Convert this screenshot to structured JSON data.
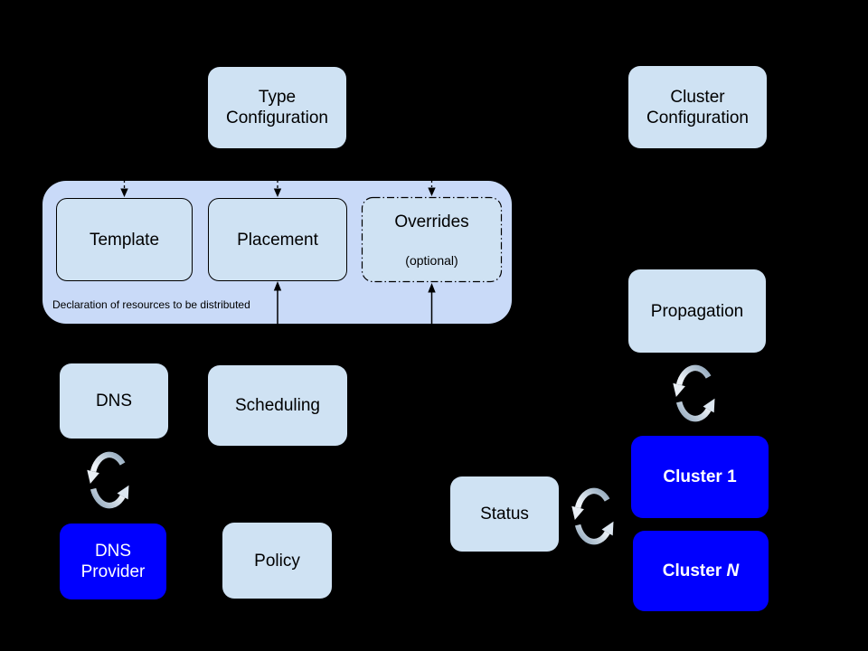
{
  "diagram": {
    "title_hint": "federation architecture diagram",
    "colors": {
      "background": "#000000",
      "container_fill": "#c9daf8",
      "light_box_fill": "#cfe2f3",
      "blue_box_fill": "#0000ff",
      "dark_text": "#000000",
      "light_text": "#ffffff",
      "sync_icon_gray": "#8fa6bb",
      "sync_icon_light": "#eef3f8"
    },
    "nodes": {
      "type_config": {
        "label": "Type\nConfiguration"
      },
      "cluster_config": {
        "label": "Cluster\nConfiguration"
      },
      "template": {
        "label": "Template"
      },
      "placement": {
        "label": "Placement"
      },
      "overrides": {
        "label": "Overrides",
        "sublabel": "(optional)"
      },
      "container_caption": "Declaration of resources to be distributed",
      "dns": {
        "label": "DNS"
      },
      "scheduling": {
        "label": "Scheduling"
      },
      "propagation": {
        "label": "Propagation"
      },
      "status": {
        "label": "Status"
      },
      "dns_provider": {
        "label": "DNS\nProvider"
      },
      "policy": {
        "label": "Policy"
      },
      "cluster_1": {
        "label": "Cluster 1"
      },
      "cluster_n": {
        "prefix": "Cluster ",
        "italic_suffix": "N"
      }
    },
    "icons": {
      "sync": "sync-arrows-icon"
    }
  }
}
